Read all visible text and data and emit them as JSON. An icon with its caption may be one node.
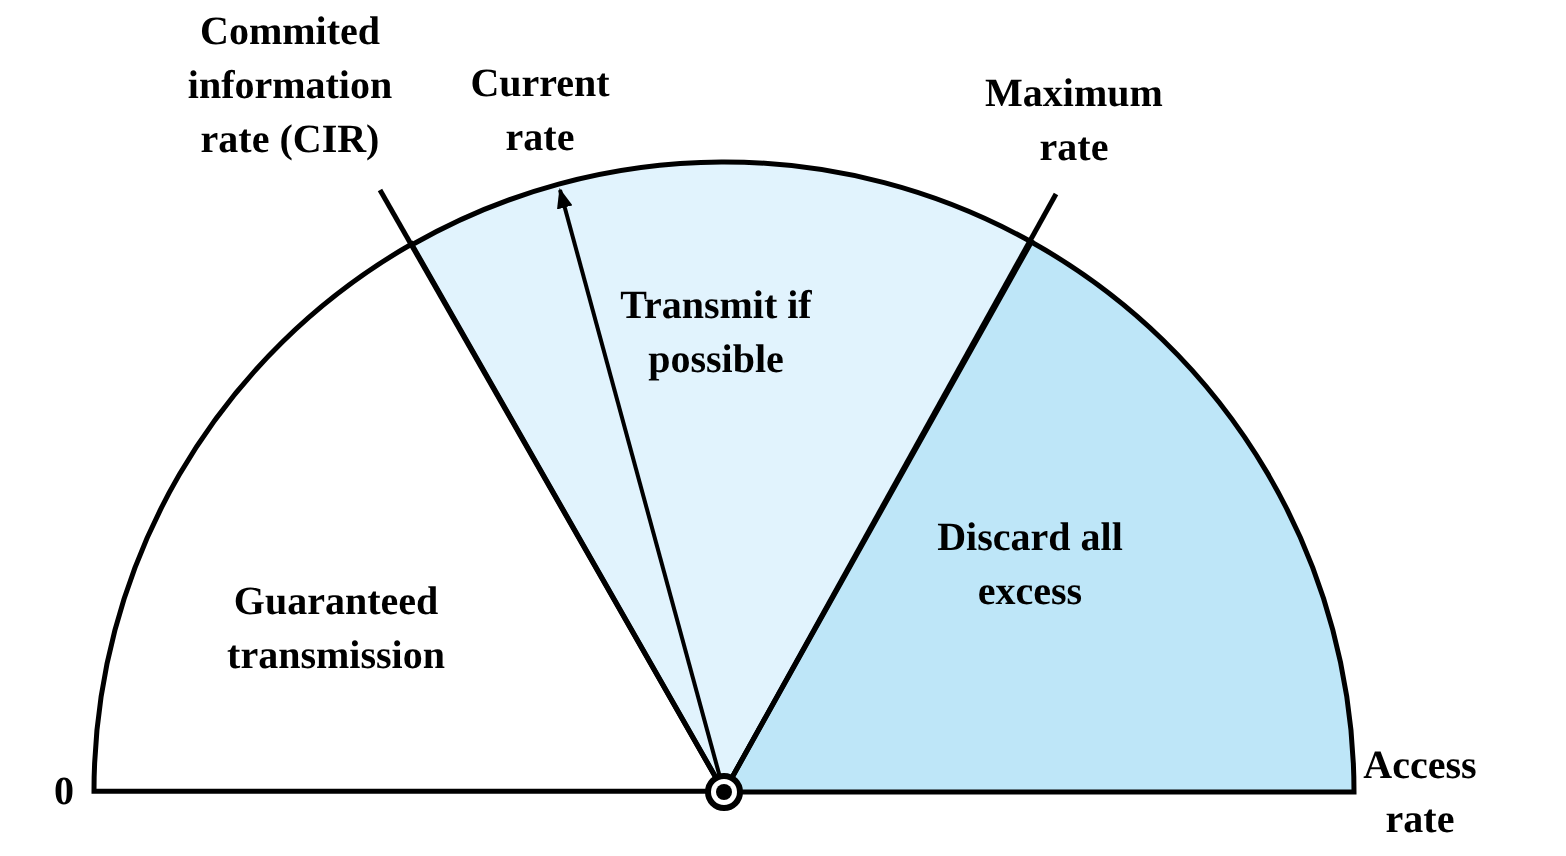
{
  "diagram": {
    "nodes": [
      {
        "text": [
          "Guaranteed transmission"
        ]
      },
      {
        "text": [
          "Transmit if possible"
        ]
      },
      {
        "text": [
          "Discard all excess"
        ]
      }
    ],
    "edges": [],
    "labels": [
      "Commited information rate (CIR)",
      "Current rate",
      "Maximum rate",
      "0",
      "Access rate"
    ]
  }
}
